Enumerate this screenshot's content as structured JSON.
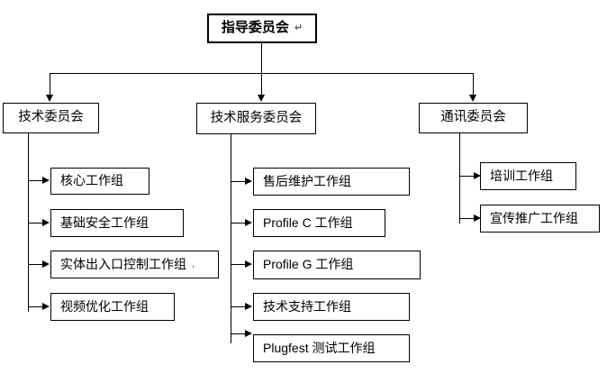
{
  "diagram": {
    "title_text": "指导委员会",
    "root": {
      "label": "指导委员会",
      "trailing_mark": "↵"
    },
    "committees": [
      {
        "label": "技术委员会"
      },
      {
        "label": "技术服务委员会"
      },
      {
        "label": "通讯委员会"
      }
    ],
    "groups_technical": [
      {
        "label": "核心工作组"
      },
      {
        "label": "基础安全工作组"
      },
      {
        "label": "实体出入口控制工作组",
        "trailing_mark": ","
      },
      {
        "label": "视频优化工作组"
      }
    ],
    "groups_service": [
      {
        "label": "售后维护工作组"
      },
      {
        "label": "Profile C 工作组"
      },
      {
        "label": "Profile G 工作组"
      },
      {
        "label": "技术支持工作组"
      },
      {
        "label": "Plugfest 测试工作组"
      }
    ],
    "groups_communication": [
      {
        "label": "培训工作组"
      },
      {
        "label": "宣传推广工作组"
      }
    ],
    "colors": {
      "background": "#ffffff",
      "line": "#000000",
      "text": "#000000"
    }
  }
}
